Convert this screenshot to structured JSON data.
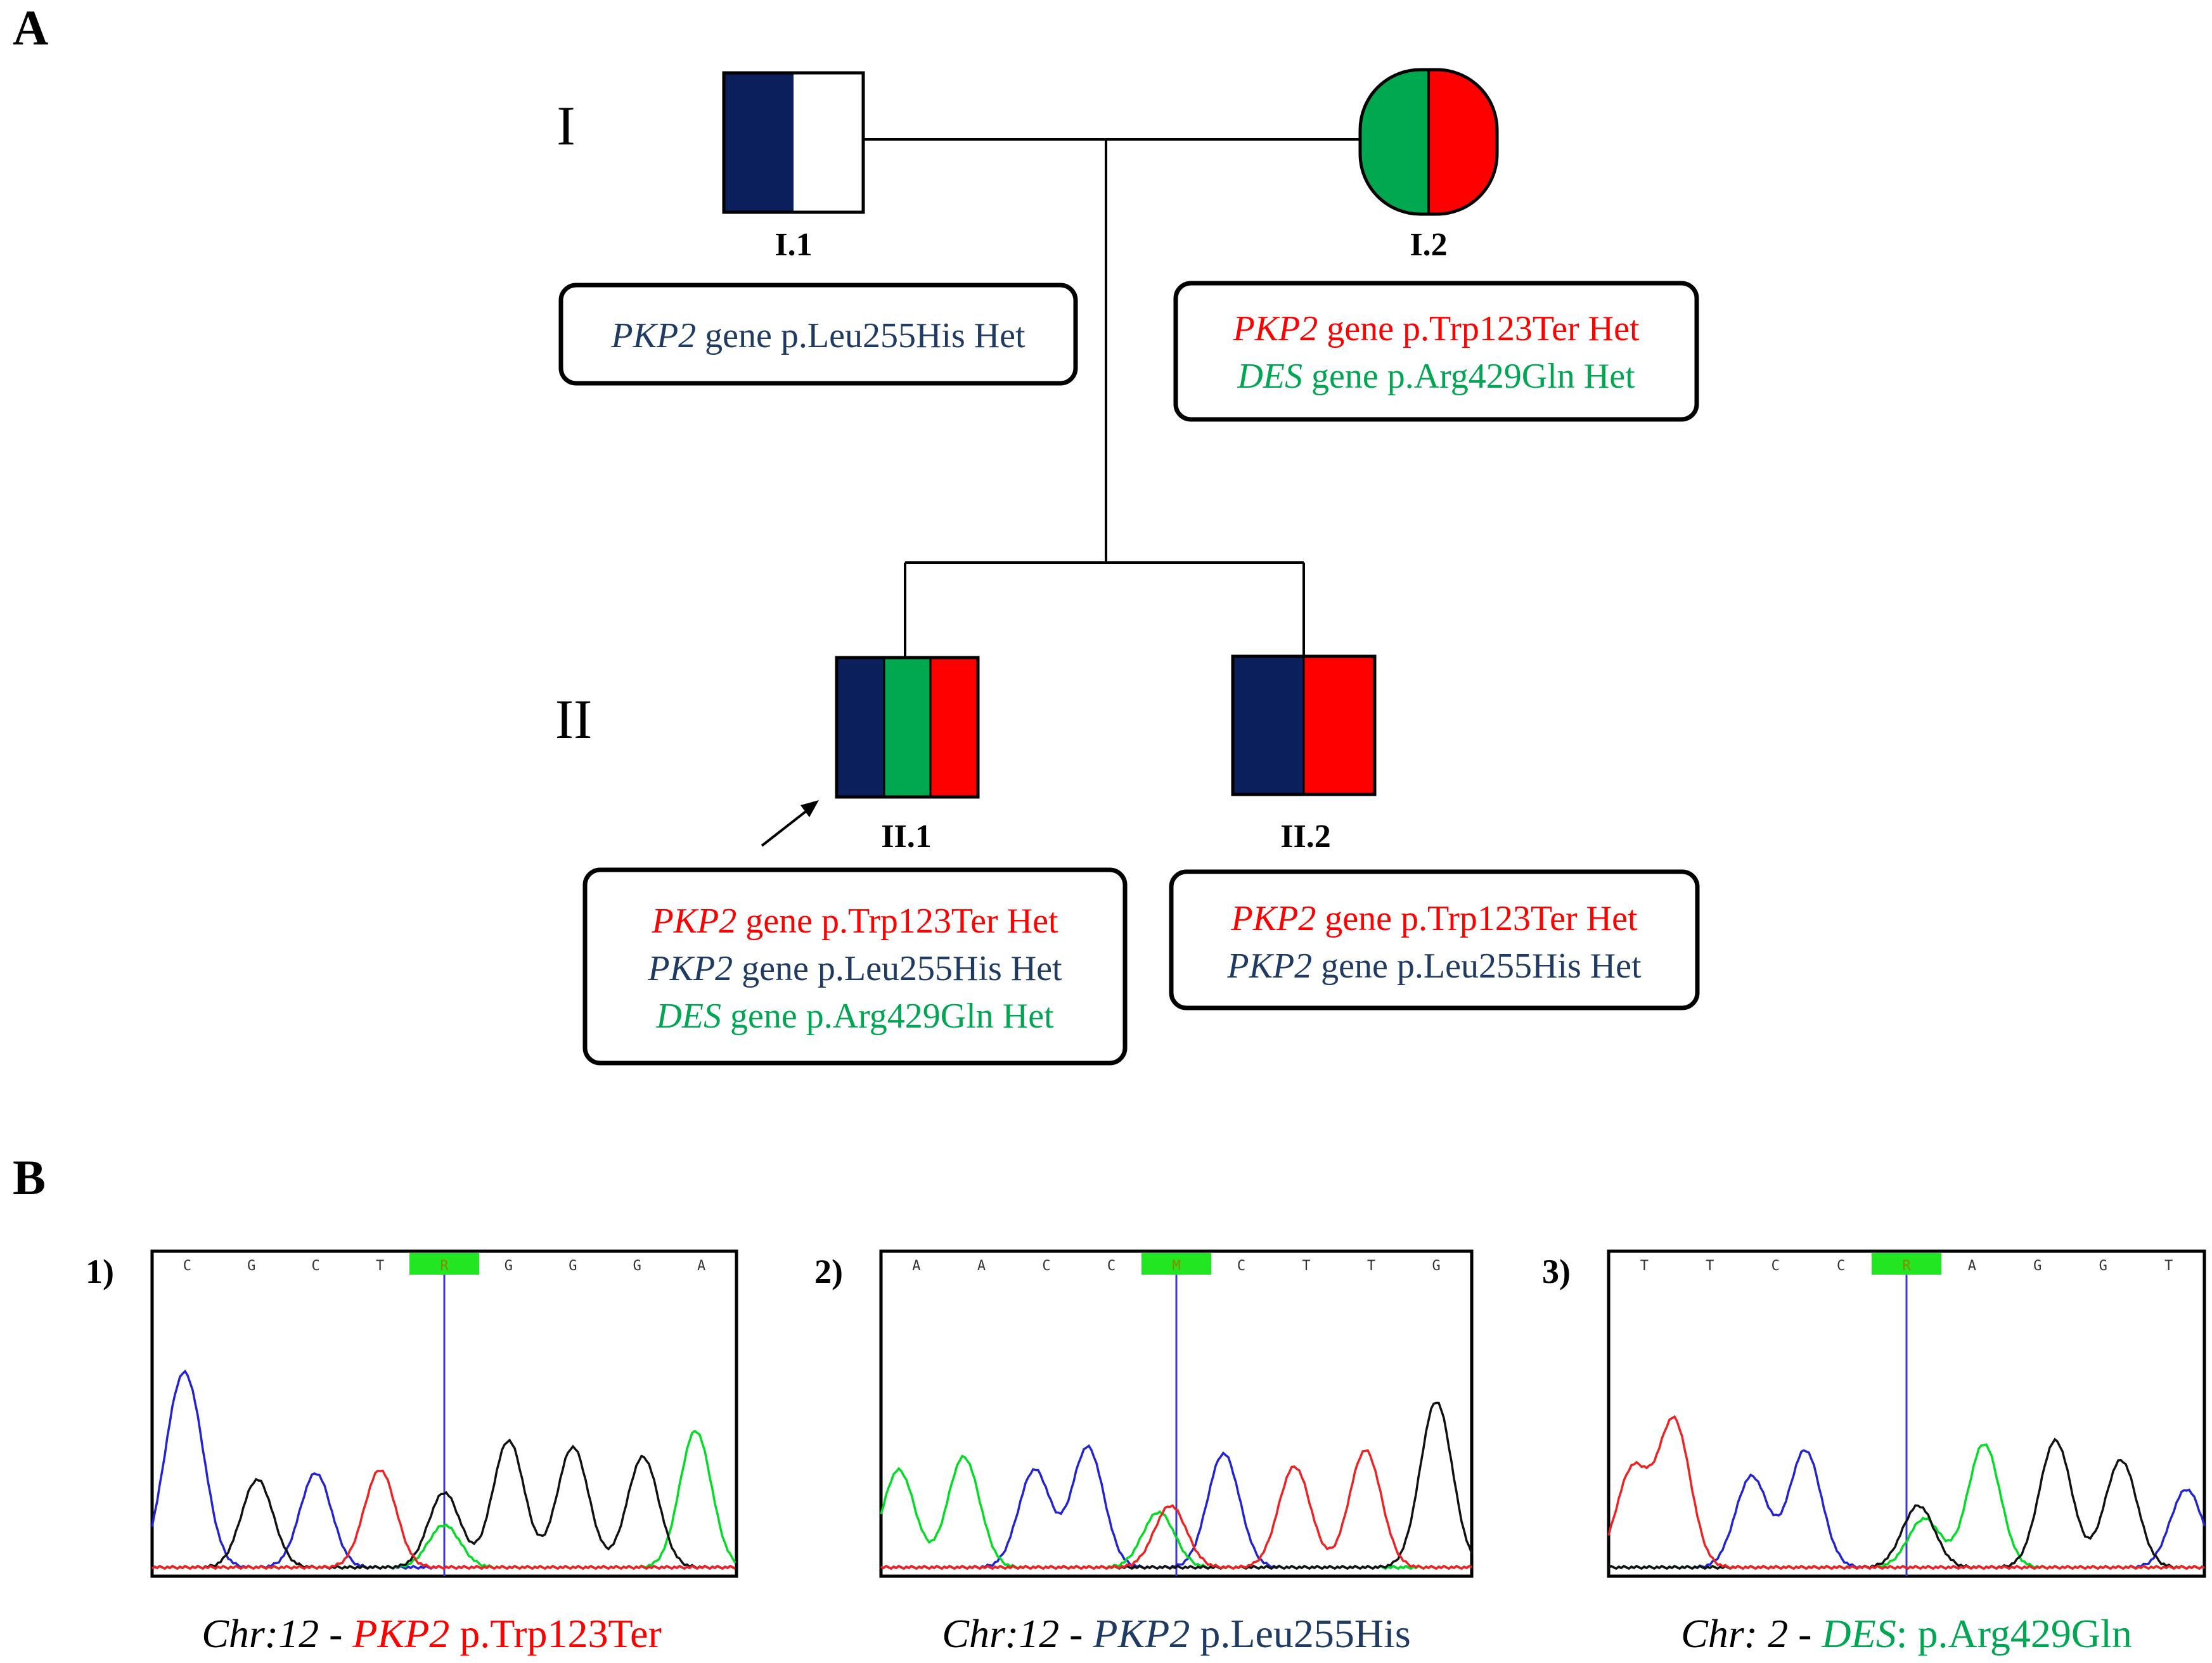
{
  "panels": {
    "a_label": "A",
    "b_label": "B"
  },
  "colors": {
    "navy": "#0B1F5C",
    "navy_text": "#1F3B63",
    "green": "#00A94F",
    "green_text": "#00A651",
    "red": "#FF0000",
    "black": "#000000",
    "trace_blue": "#2323D6",
    "trace_green": "#00DD22",
    "trace_black": "#111111",
    "trace_red": "#EE2222",
    "highlight": "#22E622",
    "cursor": "#3A3ACC"
  },
  "pedigree": {
    "gen_labels": [
      "I",
      "II"
    ],
    "individuals": {
      "i1": "I.1",
      "i2": "I.2",
      "ii1": "II.1",
      "ii2": "II.2"
    },
    "boxes": {
      "i1": [
        {
          "gene": "PKP2",
          "rest": " gene p.Leu255His Het",
          "color": "navy_text"
        }
      ],
      "i2": [
        {
          "gene": "PKP2",
          "rest": " gene p.Trp123Ter Het",
          "color": "red"
        },
        {
          "gene": "DES",
          "rest": " gene p.Arg429Gln Het",
          "color": "green_text"
        }
      ],
      "ii1": [
        {
          "gene": "PKP2",
          "rest": " gene p.Trp123Ter Het",
          "color": "red"
        },
        {
          "gene": "PKP2",
          "rest": " gene p.Leu255His Het",
          "color": "navy_text"
        },
        {
          "gene": "DES",
          "rest": " gene p.Arg429Gln Het",
          "color": "green_text"
        }
      ],
      "ii2": [
        {
          "gene": "PKP2",
          "rest": " gene p.Trp123Ter Het",
          "color": "red"
        },
        {
          "gene": "PKP2",
          "rest": " gene p.Leu255His Het",
          "color": "navy_text"
        }
      ]
    }
  },
  "chromatograms": [
    {
      "number": "1)",
      "bases": [
        "C",
        "G",
        "C",
        "T",
        "R",
        "G",
        "G",
        "G",
        "A"
      ],
      "caption_prefix": "Chr:12 - ",
      "caption_gene": "PKP2",
      "caption_rest": " p.Trp123Ter",
      "gene_color": "red",
      "rest_color": "red"
    },
    {
      "number": "2)",
      "bases": [
        "A",
        "A",
        "C",
        "C",
        "M",
        "C",
        "T",
        "T",
        "G"
      ],
      "caption_prefix": "Chr:12 - ",
      "caption_gene": "PKP2",
      "caption_rest": " p.Leu255His",
      "gene_color": "navy_text",
      "rest_color": "navy_text"
    },
    {
      "number": "3)",
      "bases": [
        "T",
        "T",
        "C",
        "C",
        "R",
        "A",
        "G",
        "G",
        "T"
      ],
      "caption_prefix": "Chr: 2 - ",
      "caption_gene": "DES",
      "caption_rest": ": p.Arg429Gln",
      "gene_color": "green_text",
      "rest_color": "green_text"
    }
  ]
}
